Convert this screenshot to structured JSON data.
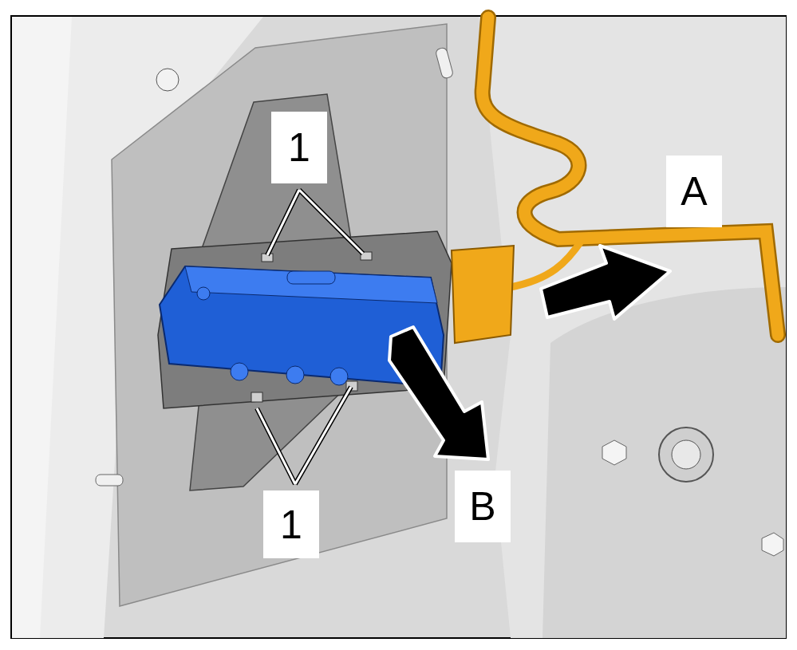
{
  "diagram": {
    "labels": [
      "1",
      "1",
      "A",
      "B"
    ]
  }
}
